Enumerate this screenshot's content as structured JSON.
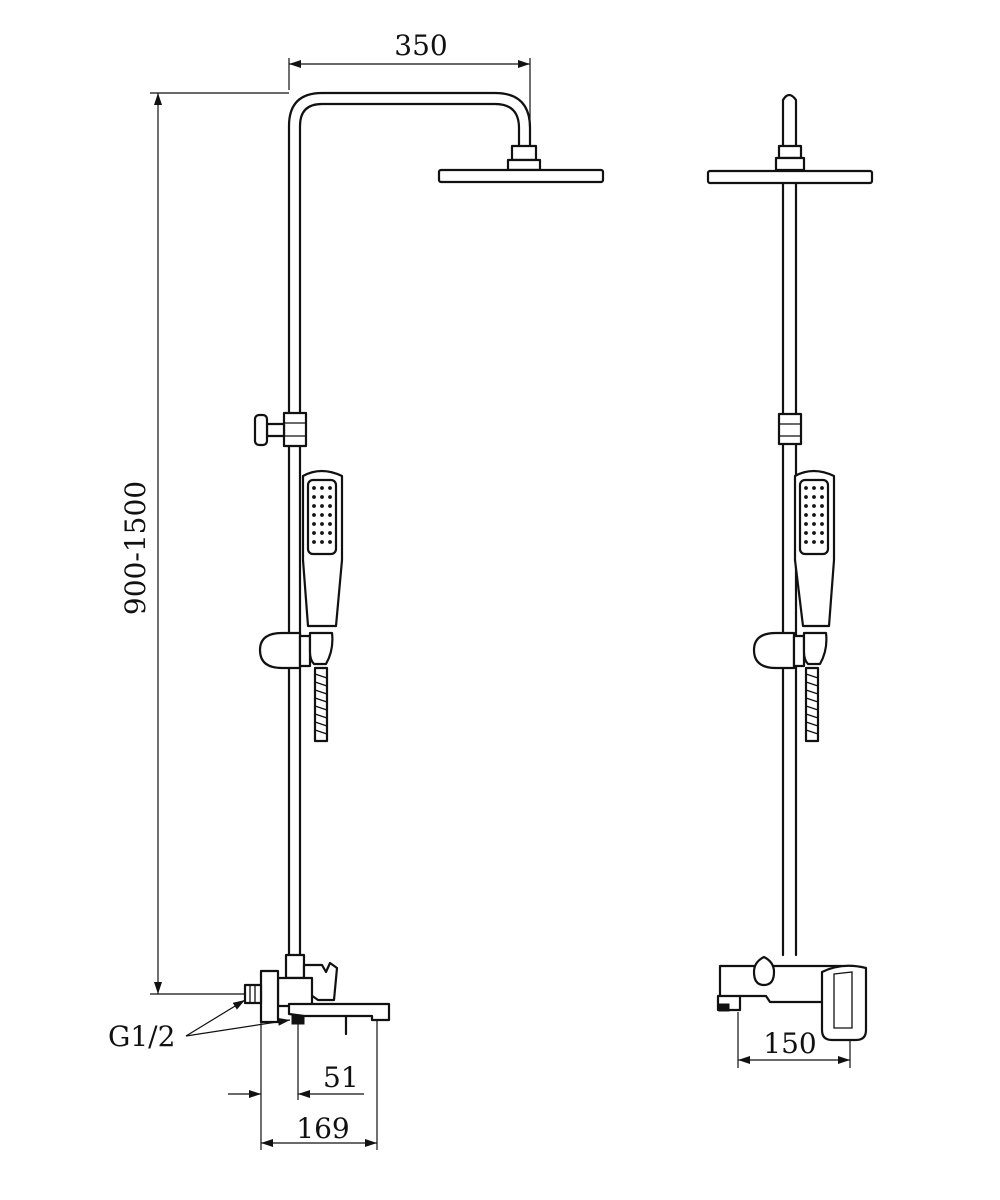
{
  "dimensions": {
    "head_projection": "350",
    "height_range": "900-1500",
    "inlet_thread": "G1/2",
    "spout_offset": "51",
    "mixer_depth": "169",
    "inlet_spacing": "150"
  }
}
